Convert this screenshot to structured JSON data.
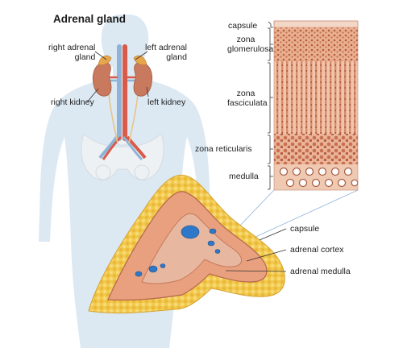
{
  "title": "Adrenal gland",
  "body_labels": {
    "right_adrenal_gland": [
      "right adrenal",
      "gland"
    ],
    "left_adrenal_gland": [
      "left adrenal",
      "gland"
    ],
    "right_kidney": "right kidney",
    "left_kidney": "left kidney"
  },
  "histology_layers": {
    "capsule": "capsule",
    "zona_glomerulosa": [
      "zona",
      "glomerulosa"
    ],
    "zona_fasciculata": [
      "zona",
      "fasciculata"
    ],
    "zona_reticularis": "zona reticularis",
    "medulla": "medulla"
  },
  "cross_section_labels": {
    "capsule": "capsule",
    "adrenal_cortex": "adrenal cortex",
    "adrenal_medulla": "adrenal medulla"
  },
  "colors": {
    "silhouette": "#dce9f3",
    "skeleton": "#eef1f3",
    "kidney": "#c97a5e",
    "adrenal": "#e7a64a",
    "aorta": "#d85a4a",
    "vena_cava": "#8fb3d6",
    "fat": "#f2c94c",
    "cortex": "#e9a07e",
    "medulla_tissue": "#e8b7a0",
    "vessel": "#2f78c8"
  }
}
